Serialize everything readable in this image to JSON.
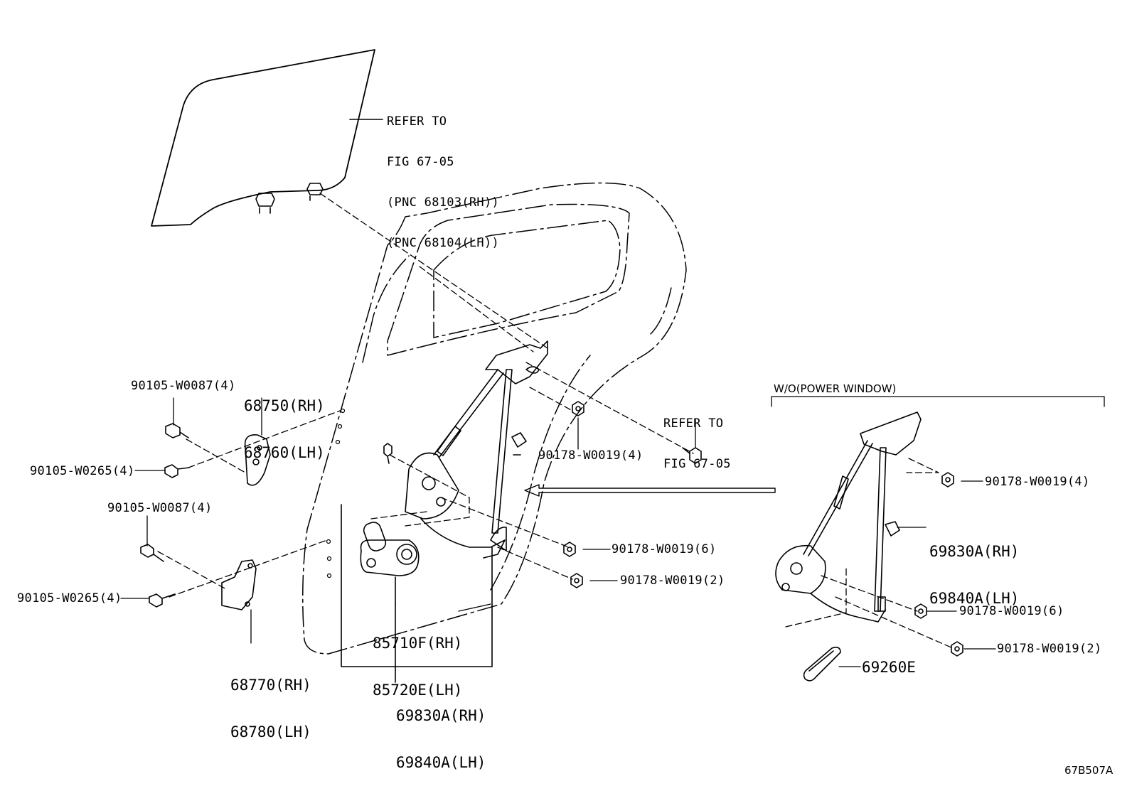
{
  "refer_glass": {
    "lines": [
      "REFER TO",
      "FIG 67-05",
      "(PNC 68103(RH))",
      "(PNC 68104(LH))"
    ]
  },
  "refer_bolt": {
    "lines": [
      "REFER TO",
      "FIG 67-05"
    ]
  },
  "wo_power_window": "W/O(POWER WINDOW)",
  "hinge_upper": {
    "bolt_top": "90105-W0087(4)",
    "bolt_bottom": "90105-W0265(4)",
    "part_rh": "68750(RH)",
    "part_lh": "68760(LH)"
  },
  "hinge_lower": {
    "bolt_top": "90105-W0087(4)",
    "bolt_bottom": "90105-W0265(4)",
    "part_rh": "68770(RH)",
    "part_lh": "68780(LH)"
  },
  "power_regulator": {
    "nut_upper": "90178-W0019(4)",
    "nut_middle": "90178-W0019(6)",
    "nut_lower": "90178-W0019(2)",
    "motor_rh": "85710F(RH)",
    "motor_lh": "85720E(LH)",
    "assy_rh": "69830A(RH)",
    "assy_lh": "69840A(LH)"
  },
  "manual_regulator": {
    "nut_upper": "90178-W0019(4)",
    "nut_middle": "90178-W0019(6)",
    "nut_lower": "90178-W0019(2)",
    "assy_rh": "69830A(RH)",
    "assy_lh": "69840A(LH)",
    "handle": "69260E"
  },
  "figure_code": "67B507A"
}
